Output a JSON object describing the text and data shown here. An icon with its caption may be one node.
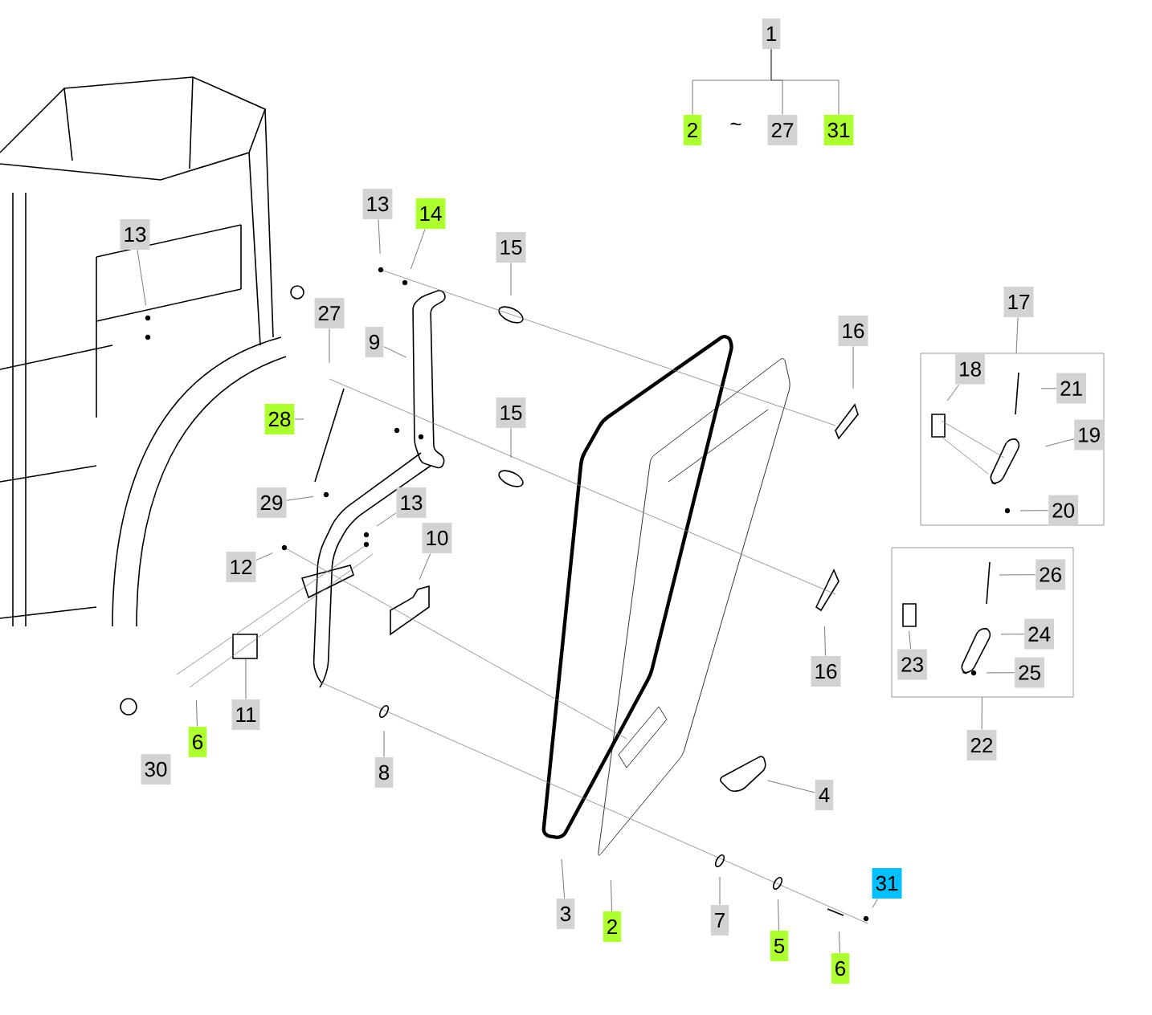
{
  "diagram": {
    "nodes": [
      {
        "text": [
          "1"
        ]
      },
      {
        "text": [
          "2"
        ]
      },
      {
        "text": [
          "27"
        ]
      },
      {
        "text": [
          "31"
        ]
      },
      {
        "text": [
          "13"
        ]
      },
      {
        "text": [
          "14"
        ]
      },
      {
        "text": [
          "13"
        ]
      },
      {
        "text": [
          "15"
        ]
      },
      {
        "text": [
          "9"
        ]
      },
      {
        "text": [
          "27"
        ]
      },
      {
        "text": [
          "28"
        ]
      },
      {
        "text": [
          "15"
        ]
      },
      {
        "text": [
          "29"
        ]
      },
      {
        "text": [
          "13"
        ]
      },
      {
        "text": [
          "12"
        ]
      },
      {
        "text": [
          "10"
        ]
      },
      {
        "text": [
          "11"
        ]
      },
      {
        "text": [
          "6"
        ]
      },
      {
        "text": [
          "30"
        ]
      },
      {
        "text": [
          "8"
        ]
      },
      {
        "text": [
          "16"
        ]
      },
      {
        "text": [
          "17"
        ]
      },
      {
        "text": [],
        "shape": "box"
      },
      {
        "text": [
          "18"
        ],
        "in": 22
      },
      {
        "text": [
          "21"
        ],
        "in": 22
      },
      {
        "text": [
          "19"
        ],
        "in": 22
      },
      {
        "text": [
          "20"
        ],
        "in": 22
      },
      {
        "text": [
          "16"
        ]
      },
      {
        "text": [],
        "shape": "box"
      },
      {
        "text": [
          "22"
        ]
      },
      {
        "text": [
          "26"
        ],
        "in": 28
      },
      {
        "text": [
          "23"
        ],
        "in": 28
      },
      {
        "text": [
          "24"
        ],
        "in": 28
      },
      {
        "text": [
          "25"
        ],
        "in": 28
      },
      {
        "text": [
          "4"
        ]
      },
      {
        "text": [
          "3"
        ]
      },
      {
        "text": [
          "2"
        ]
      },
      {
        "text": [
          "7"
        ]
      },
      {
        "text": [
          "5"
        ]
      },
      {
        "text": [
          "6"
        ]
      },
      {
        "text": [
          "31"
        ]
      }
    ],
    "edges": [
      {
        "from": 0,
        "to": 1,
        "arrow": "none"
      },
      {
        "from": 0,
        "to": 2,
        "arrow": "none"
      },
      {
        "from": 0,
        "to": 3,
        "arrow": "none"
      },
      {
        "from": 4,
        "to": null,
        "arrow": "none"
      },
      {
        "from": 5,
        "to": null,
        "arrow": "none"
      },
      {
        "from": 6,
        "to": null,
        "arrow": "none"
      },
      {
        "from": 7,
        "to": null,
        "arrow": "none"
      },
      {
        "from": 8,
        "to": null,
        "arrow": "none"
      },
      {
        "from": 9,
        "to": null,
        "arrow": "none"
      },
      {
        "from": 10,
        "to": null,
        "arrow": "none"
      },
      {
        "from": 11,
        "to": null,
        "arrow": "none"
      },
      {
        "from": 12,
        "to": null,
        "arrow": "none"
      },
      {
        "from": 13,
        "to": null,
        "arrow": "none"
      },
      {
        "from": 14,
        "to": null,
        "arrow": "none"
      },
      {
        "from": 15,
        "to": null,
        "arrow": "none"
      },
      {
        "from": 16,
        "to": null,
        "arrow": "none"
      },
      {
        "from": 17,
        "to": null,
        "arrow": "none"
      },
      {
        "from": 19,
        "to": null,
        "arrow": "none"
      },
      {
        "from": 20,
        "to": null,
        "arrow": "none"
      },
      {
        "from": 21,
        "to": 22,
        "arrow": "none"
      },
      {
        "from": 23,
        "to": null,
        "arrow": "none"
      },
      {
        "from": 24,
        "to": null,
        "arrow": "none"
      },
      {
        "from": 25,
        "to": null,
        "arrow": "none"
      },
      {
        "from": 26,
        "to": null,
        "arrow": "none"
      },
      {
        "from": 27,
        "to": null,
        "arrow": "none"
      },
      {
        "from": 29,
        "to": 28,
        "arrow": "none"
      },
      {
        "from": 30,
        "to": null,
        "arrow": "none"
      },
      {
        "from": 31,
        "to": null,
        "arrow": "none"
      },
      {
        "from": 32,
        "to": null,
        "arrow": "none"
      },
      {
        "from": 33,
        "to": null,
        "arrow": "none"
      },
      {
        "from": 34,
        "to": null,
        "arrow": "none"
      },
      {
        "from": 35,
        "to": null,
        "arrow": "none"
      },
      {
        "from": 36,
        "to": null,
        "arrow": "none"
      },
      {
        "from": 37,
        "to": null,
        "arrow": "none"
      },
      {
        "from": 38,
        "to": null,
        "arrow": "none"
      },
      {
        "from": 39,
        "to": null,
        "arrow": "none"
      },
      {
        "from": 40,
        "to": null,
        "arrow": "none"
      }
    ],
    "labels": [
      "~"
    ]
  }
}
